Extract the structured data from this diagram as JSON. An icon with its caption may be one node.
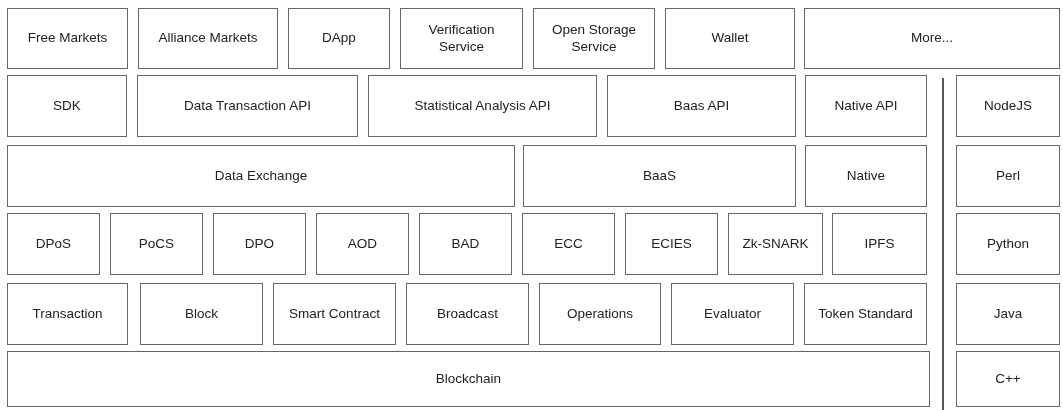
{
  "diagram": {
    "nodes": [
      {
        "text": [
          "Free Markets"
        ]
      },
      {
        "text": [
          "Alliance Markets"
        ]
      },
      {
        "text": [
          "DApp"
        ]
      },
      {
        "text": [
          "Verification Service"
        ]
      },
      {
        "text": [
          "Open Storage Service"
        ]
      },
      {
        "text": [
          "Wallet"
        ]
      },
      {
        "text": [
          "More..."
        ]
      },
      {
        "text": [
          "SDK"
        ]
      },
      {
        "text": [
          "Data Transaction API"
        ]
      },
      {
        "text": [
          "Statistical Analysis API"
        ]
      },
      {
        "text": [
          "Baas API"
        ]
      },
      {
        "text": [
          "Native API"
        ]
      },
      {
        "text": [
          "NodeJS"
        ]
      },
      {
        "text": [
          "Data Exchange"
        ]
      },
      {
        "text": [
          "BaaS"
        ]
      },
      {
        "text": [
          "Native"
        ]
      },
      {
        "text": [
          "Perl"
        ]
      },
      {
        "text": [
          "DPoS"
        ]
      },
      {
        "text": [
          "PoCS"
        ]
      },
      {
        "text": [
          "DPO"
        ]
      },
      {
        "text": [
          "AOD"
        ]
      },
      {
        "text": [
          "BAD"
        ]
      },
      {
        "text": [
          "ECC"
        ]
      },
      {
        "text": [
          "ECIES"
        ]
      },
      {
        "text": [
          "Zk-SNARK"
        ]
      },
      {
        "text": [
          "IPFS"
        ]
      },
      {
        "text": [
          "Python"
        ]
      },
      {
        "text": [
          "Transaction"
        ]
      },
      {
        "text": [
          "Block"
        ]
      },
      {
        "text": [
          "Smart Contract"
        ]
      },
      {
        "text": [
          "Broadcast"
        ]
      },
      {
        "text": [
          "Operations"
        ]
      },
      {
        "text": [
          "Evaluator"
        ]
      },
      {
        "text": [
          "Token Standard"
        ]
      },
      {
        "text": [
          "Java"
        ]
      },
      {
        "text": [
          "Blockchain"
        ]
      },
      {
        "text": [
          "C++"
        ]
      }
    ]
  }
}
